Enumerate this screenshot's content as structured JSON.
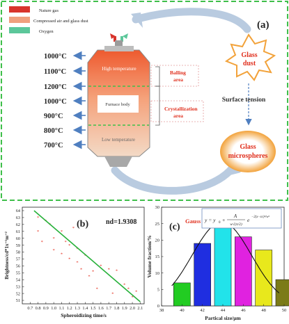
{
  "panel_a": {
    "label": "(a)",
    "legend": [
      {
        "label": "Nature gas",
        "color": "#d8342c"
      },
      {
        "label": "Compressed air and glass dust",
        "color": "#f0a07e"
      },
      {
        "label": "Oxygen",
        "color": "#5cc79a"
      }
    ],
    "temperatures": [
      "1000°C",
      "1100°C",
      "1200°C",
      "1000°C",
      "900°C",
      "800°C",
      "700°C"
    ],
    "zones": {
      "high": "High temperature",
      "body": "Furnace body",
      "low": "Low temperature",
      "balling": [
        "Balling",
        "area"
      ],
      "crystallization": [
        "Crystallization",
        "area"
      ]
    },
    "glass_dust": [
      "Glass",
      "dust"
    ],
    "surface_tension": "Surface tension",
    "microspheres": [
      "Glass",
      "microspheres"
    ]
  },
  "chart_data": [
    {
      "type": "scatter",
      "label": "(b)",
      "annotation": "nd=1.9308",
      "xlabel": "Spheroidizing time/s",
      "ylabel": "Brightness/cd*1x⁻¹m⁻²",
      "xlim": [
        0.6,
        2.15
      ],
      "ylim": [
        50.5,
        64.5
      ],
      "x_ticks": [
        "0.7",
        "0.8",
        "0.9",
        "1.0",
        "1.1",
        "1.2",
        "1.3",
        "1.4",
        "1.5",
        "1.6",
        "1.7",
        "1.8",
        "1.9",
        "2.0",
        "2.1"
      ],
      "y_ticks": [
        "51",
        "52",
        "53",
        "54",
        "55",
        "56",
        "57",
        "58",
        "59",
        "60",
        "61",
        "62",
        "63",
        "64"
      ],
      "points": [
        [
          0.8,
          63.0
        ],
        [
          0.8,
          61.0
        ],
        [
          0.85,
          59.5
        ],
        [
          0.9,
          62.5
        ],
        [
          0.95,
          62.0
        ],
        [
          1.0,
          60.0
        ],
        [
          1.0,
          58.3
        ],
        [
          1.1,
          61.0
        ],
        [
          1.1,
          57.7
        ],
        [
          1.15,
          59.5
        ],
        [
          1.2,
          59.0
        ],
        [
          1.2,
          57.0
        ],
        [
          1.25,
          61.5
        ],
        [
          1.3,
          58.5
        ],
        [
          1.3,
          56.5
        ],
        [
          1.35,
          55.5
        ],
        [
          1.4,
          57.5
        ],
        [
          1.45,
          54.5
        ],
        [
          1.5,
          55.2
        ],
        [
          1.55,
          52.7
        ],
        [
          1.6,
          56.0
        ],
        [
          1.7,
          55.5
        ],
        [
          1.75,
          52.0
        ],
        [
          1.8,
          55.3
        ],
        [
          1.9,
          53.3
        ],
        [
          1.95,
          52.7
        ],
        [
          2.0,
          51.5
        ],
        [
          2.05,
          52.3
        ]
      ],
      "fit": [
        [
          0.75,
          64.0
        ],
        [
          2.1,
          50.8
        ]
      ]
    },
    {
      "type": "bar",
      "label": "(c)",
      "xlabel": "Partical size/μm",
      "ylabel": "Volume fraction/%",
      "xlim": [
        38,
        50
      ],
      "ylim": [
        0,
        30
      ],
      "x_ticks": [
        "38",
        "40",
        "42",
        "44",
        "46",
        "48",
        "50"
      ],
      "y_ticks": [
        "0",
        "5",
        "10",
        "15",
        "20",
        "25",
        "30"
      ],
      "bars": [
        {
          "x": 40,
          "value": 7,
          "color": "#22cc22"
        },
        {
          "x": 42,
          "value": 19,
          "color": "#1f2ee0"
        },
        {
          "x": 44,
          "value": 29,
          "color": "#22e3ea"
        },
        {
          "x": 46,
          "value": 21,
          "color": "#e022e0"
        },
        {
          "x": 48,
          "value": 17,
          "color": "#e8e81c"
        },
        {
          "x": 50,
          "value": 8,
          "color": "#7b7b18"
        }
      ],
      "fit": {
        "peak_x": 43.9,
        "peak_value": 25.5,
        "sigma": 2.9
      },
      "legend": {
        "name": "Gauss",
        "formula_main": "y = y",
        "formula_sub": "0",
        "formula_plus": "+",
        "formula_num": "A",
        "formula_den": "w√(π/2)",
        "formula_exp": "−2(x−xc)²/w²",
        "formula_e": "e"
      }
    }
  ]
}
